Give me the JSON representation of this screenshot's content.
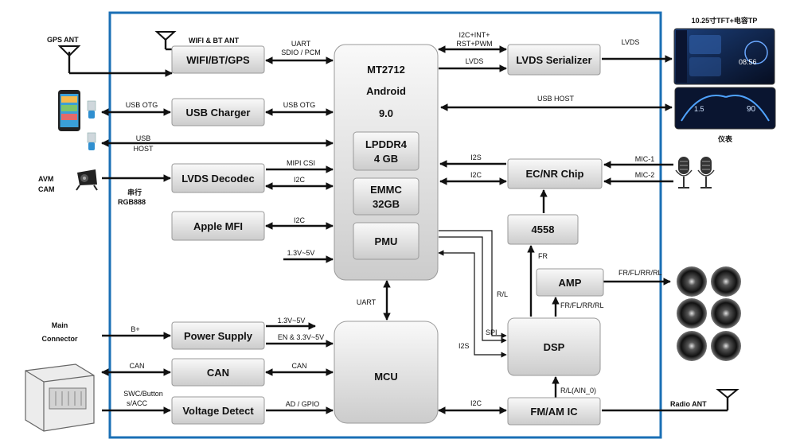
{
  "blocks": {
    "soc_line1": "MT2712",
    "soc_line2": "Android",
    "soc_line3": "9.0",
    "lpddr_line1": "LPDDR4",
    "lpddr_line2": "4 GB",
    "emmc_line1": "EMMC",
    "emmc_line2": "32GB",
    "pmu": "PMU",
    "mcu": "MCU",
    "wifi": "WIFI/BT/GPS",
    "usb_charger": "USB Charger",
    "lvds_decoder": "LVDS Decodec",
    "apple_mfi": "Apple MFI",
    "power_supply": "Power Supply",
    "can": "CAN",
    "voltage_detect": "Voltage Detect",
    "lvds_serializer": "LVDS Serializer",
    "ecnr": "EC/NR Chip",
    "opamp": "4558",
    "amp": "AMP",
    "dsp": "DSP",
    "fmam": "FM/AM IC"
  },
  "labels": {
    "gps_ant": "GPS ANT",
    "wifi_bt_ant": "WIFI & BT ANT",
    "uart_sdio_1": "UART",
    "uart_sdio_2": "SDIO / PCM",
    "usb_otg_left": "USB OTG",
    "usb_otg_mid": "USB OTG",
    "usb_host_left_1": "USB",
    "usb_host_left_2": "HOST",
    "avm_1": "AVM",
    "avm_2": "CAM",
    "serial_1": "串行",
    "serial_2": "RGB888",
    "mipi_csi": "MIPI CSI",
    "i2c_lvds": "I2C",
    "i2c_mfi": "I2C",
    "pmu_in": "1.3V~5V",
    "uart_mcu": "UART",
    "main_conn_1": "Main",
    "main_conn_2": "Connector",
    "bplus": "B+",
    "ps_out_1": "1.3V~5V",
    "ps_out_2": "EN & 3.3V~5V",
    "can_left": "CAN",
    "can_mid": "CAN",
    "swc_1": "SWC/Button",
    "swc_2": "s/ACC",
    "ad_gpio": "AD / GPIO",
    "i2c_int_1": "I2C+INT+",
    "i2c_int_2": "RST+PWM",
    "lvds_mid": "LVDS",
    "lvds_right": "LVDS",
    "usb_host_right": "USB HOST",
    "i2s_ecnr": "I2S",
    "i2c_ecnr": "I2C",
    "mic1": "MIC-1",
    "mic2": "MIC-2",
    "fr": "FR",
    "rl": "R/L",
    "spi": "SPI",
    "i2s_dsp": "I2S",
    "fr_out_amp": "FR/FL/RR/RL",
    "fr_dsp_amp": "FR/FL/RR/RL",
    "rl_ain": "R/L(AIN_0)",
    "i2c_fm": "I2C",
    "radio_ant": "Radio ANT",
    "display_title": "10.25寸TFT+电容TP",
    "display_time": "08:56",
    "cluster_label": "仪表",
    "cluster_left_num": "1.5",
    "cluster_right_num": "90"
  },
  "colors": {
    "frame": "#1a6fb5",
    "block_light": "#f7f7f7",
    "block_dark": "#cfcfcf",
    "display_bg": "#0b1a3a"
  }
}
